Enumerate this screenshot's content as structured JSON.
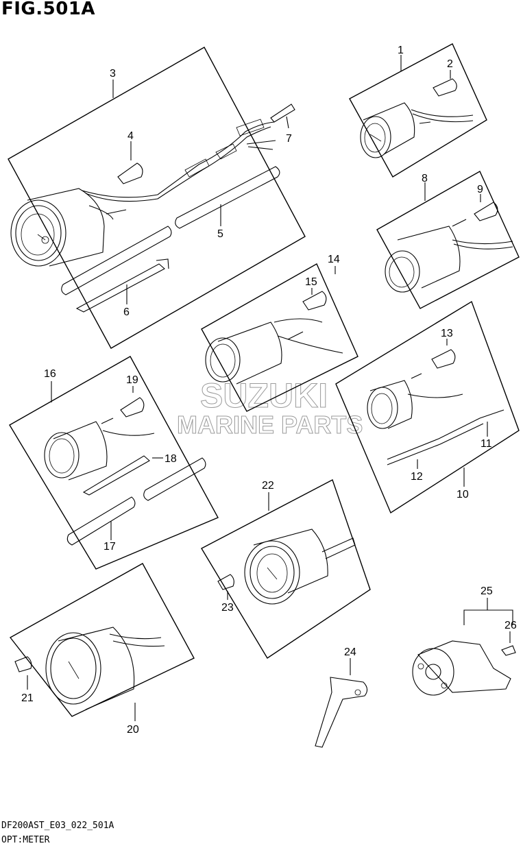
{
  "figure": {
    "title": "FIG.501A",
    "code": "DF200AST_E03_022_501A",
    "subtitle": "OPT:METER"
  },
  "watermark": {
    "line1": "SUZUKI",
    "line2": "MARINE PARTS",
    "color": "#9a9a9a"
  },
  "callouts": [
    "1",
    "2",
    "3",
    "4",
    "5",
    "6",
    "7",
    "8",
    "9",
    "10",
    "11",
    "12",
    "13",
    "14",
    "15",
    "16",
    "17",
    "18",
    "19",
    "20",
    "21",
    "22",
    "23",
    "24",
    "25",
    "26"
  ]
}
